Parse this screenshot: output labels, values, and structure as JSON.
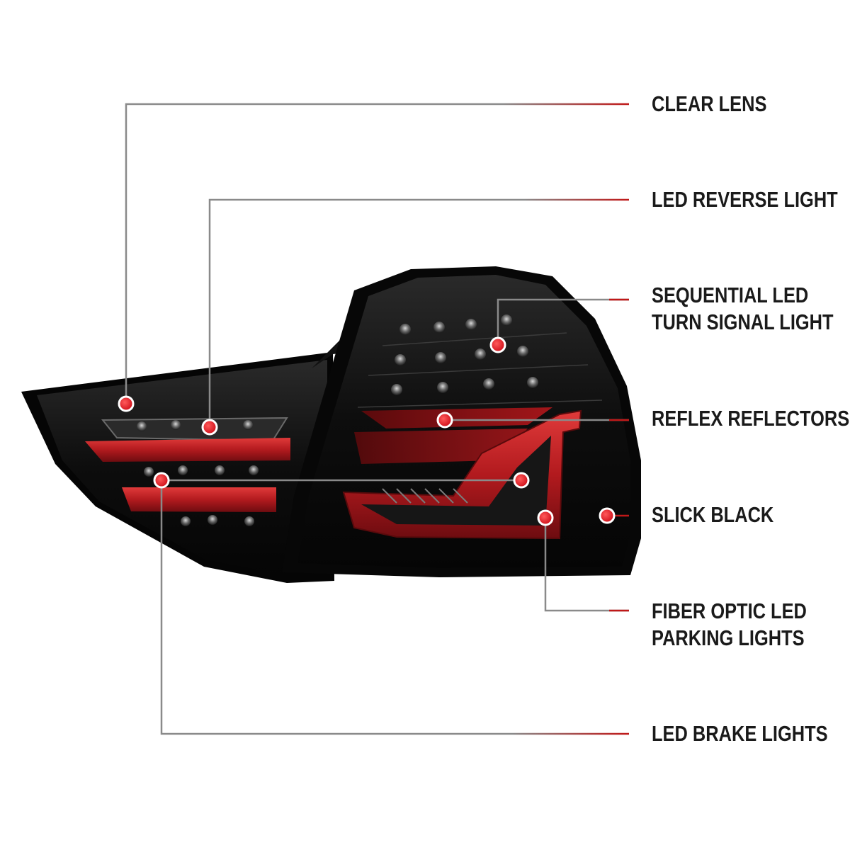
{
  "colors": {
    "background": "#ffffff",
    "callout_line": "#8a8a8a",
    "callout_accent": "#c01818",
    "marker": "#e0161e",
    "lens_dark": "#0b0b0b",
    "red_bar": "#b01c20"
  },
  "product": {
    "description_name": "rear-tail-light-set"
  },
  "callouts": [
    {
      "id": "clear-lens",
      "lines": [
        "CLEAR LENS"
      ]
    },
    {
      "id": "led-reverse-light",
      "lines": [
        "LED REVERSE LIGHT"
      ]
    },
    {
      "id": "sequential-led-turn-signal",
      "lines": [
        "SEQUENTIAL LED",
        "TURN SIGNAL LIGHT"
      ]
    },
    {
      "id": "reflex-reflectors",
      "lines": [
        "REFLEX REFLECTORS"
      ]
    },
    {
      "id": "slick-black",
      "lines": [
        "SLICK BLACK"
      ]
    },
    {
      "id": "fiber-optic-parking",
      "lines": [
        "FIBER OPTIC LED",
        "PARKING LIGHTS"
      ]
    },
    {
      "id": "led-brake-lights",
      "lines": [
        "LED BRAKE LIGHTS"
      ]
    }
  ]
}
